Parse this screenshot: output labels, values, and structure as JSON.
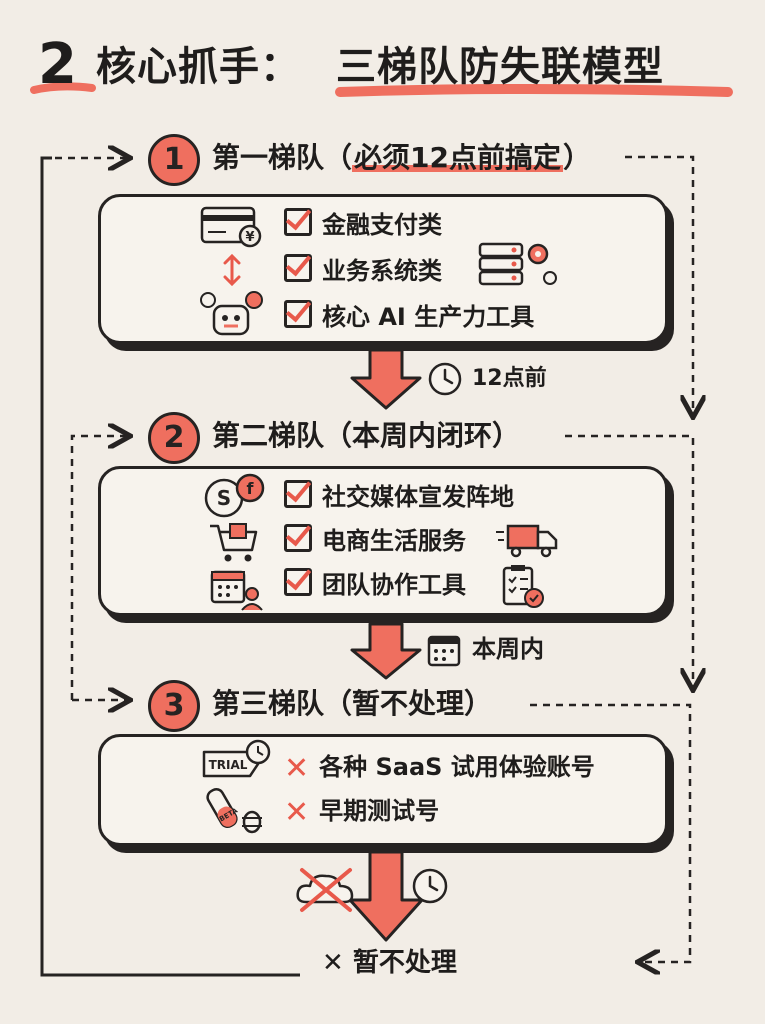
{
  "title": {
    "number": "2",
    "prefix": "核心抓手：",
    "highlight": "三梯队防失联模型"
  },
  "tiers": [
    {
      "number": "1",
      "name": "第一梯队（",
      "condition": "必须12点前搞定",
      "close": "）",
      "items": [
        "金融支付类",
        "业务系统类",
        "核心 AI 生产力工具"
      ],
      "item_marker": "check",
      "next_label": "12点前"
    },
    {
      "number": "2",
      "name": "第二梯队（本周内闭环）",
      "items": [
        "社交媒体宣发阵地",
        "电商生活服务",
        "团队协作工具"
      ],
      "item_marker": "check",
      "next_label": "本周内"
    },
    {
      "number": "3",
      "name": "第三梯队（暂不处理）",
      "items": [
        "各种 SaaS 试用体验账号",
        "早期测试号"
      ],
      "item_marker": "cross"
    }
  ],
  "icon_texts": {
    "trial": "TRIAL",
    "beta": "BETA",
    "currency": "¥",
    "social_s": "S",
    "social_f": "f"
  },
  "final": {
    "marker": "✕",
    "label": "暂不处理"
  },
  "colors": {
    "background": "#f2ede6",
    "accent": "#ef6f5f",
    "ink": "#262322",
    "card": "#f7f3ed"
  }
}
